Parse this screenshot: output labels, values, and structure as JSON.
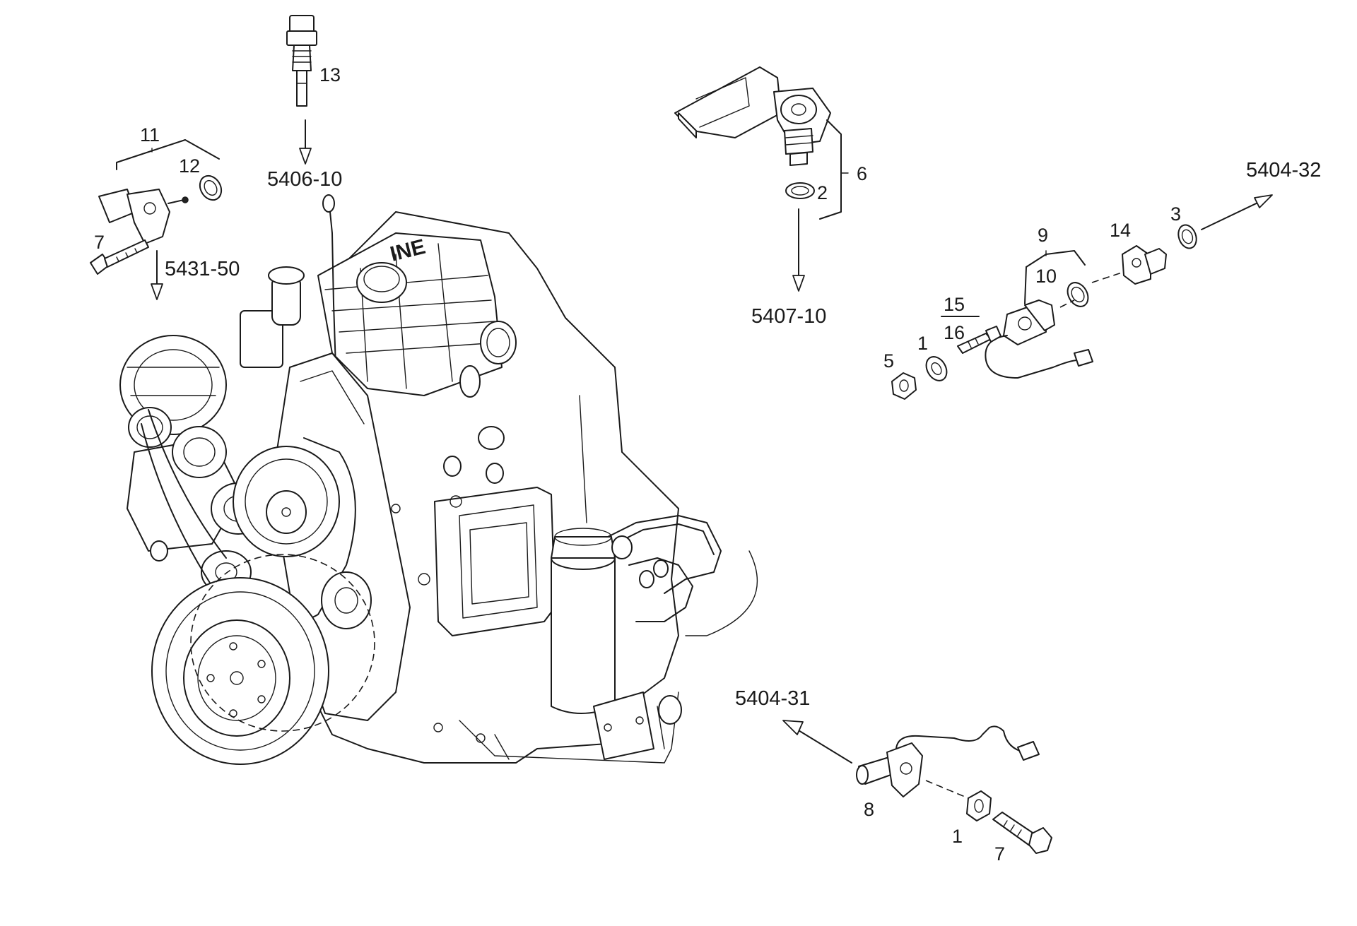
{
  "diagram": {
    "callouts": {
      "c1a": "1",
      "c1b": "1",
      "c2": "2",
      "c3": "3",
      "c5": "5",
      "c6": "6",
      "c7a": "7",
      "c7b": "7",
      "c8": "8",
      "c9": "9",
      "c10": "10",
      "c11": "11",
      "c12": "12",
      "c13": "13",
      "c14": "14",
      "c15": "15",
      "c16": "16"
    },
    "references": {
      "r5406_10": "5406-10",
      "r5431_50": "5431-50",
      "r5407_10": "5407-10",
      "r5404_32": "5404-32",
      "r5404_31": "5404-31"
    },
    "engine_badge": "INE"
  }
}
